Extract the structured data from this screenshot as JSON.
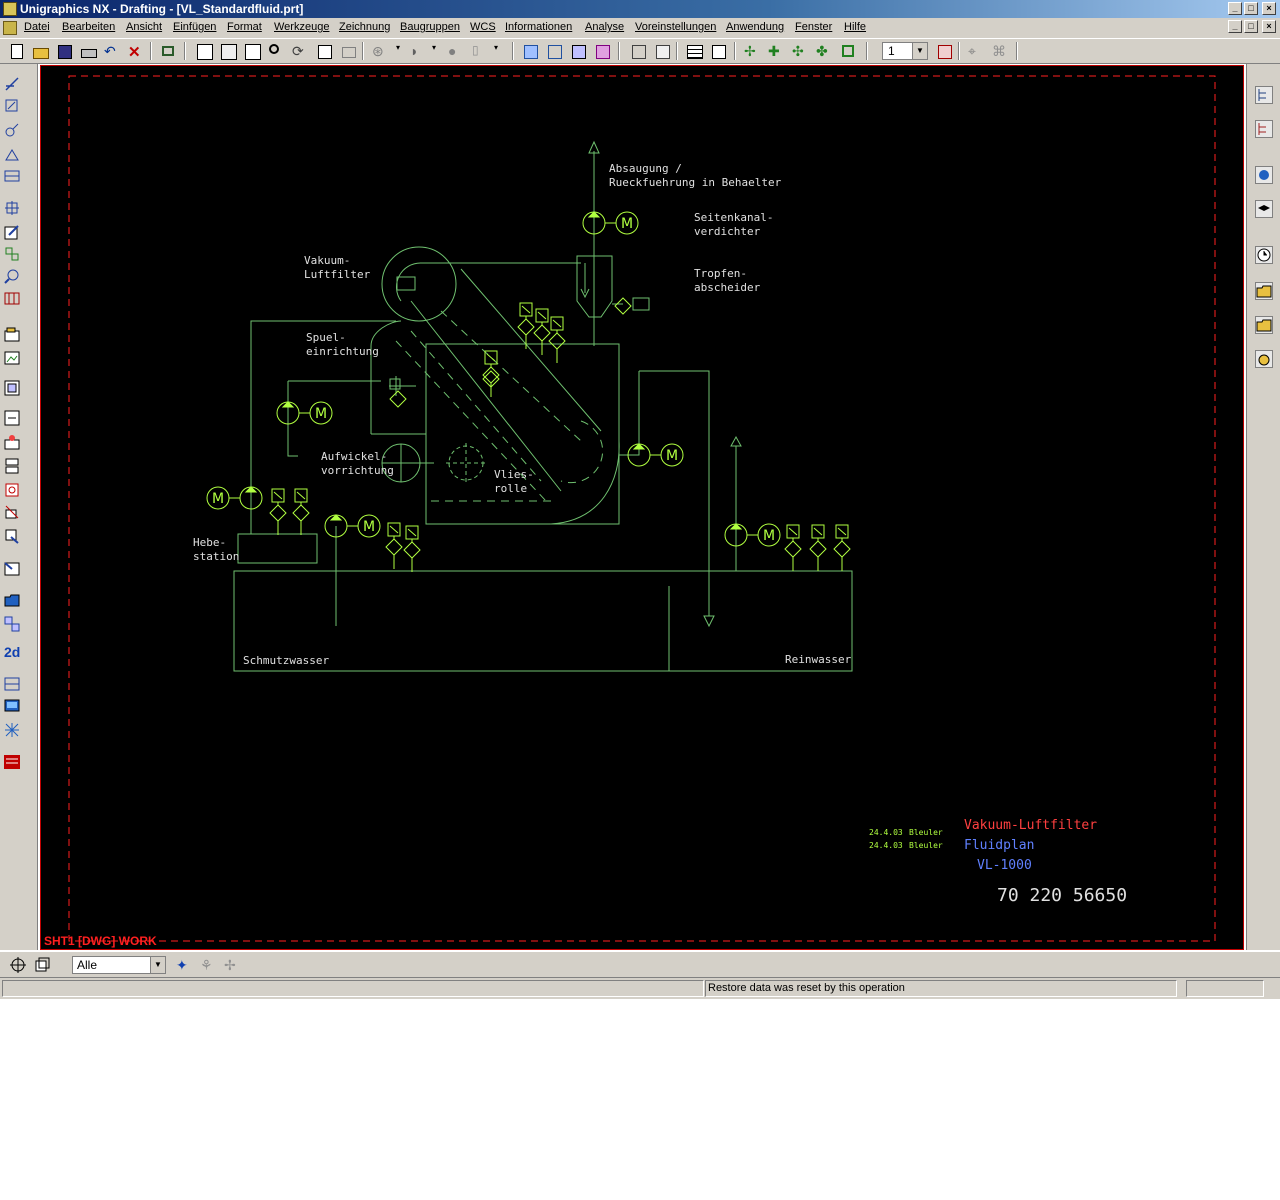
{
  "window": {
    "title": "Unigraphics NX - Drafting - [VL_Standardfluid.prt]"
  },
  "menu": {
    "items": [
      "Datei",
      "Bearbeiten",
      "Ansicht",
      "Einfügen",
      "Format",
      "Werkzeuge",
      "Zeichnung",
      "Baugruppen",
      "WCS",
      "Informationen",
      "Analyse",
      "Voreinstellungen",
      "Anwendung",
      "Fenster",
      "Hilfe"
    ]
  },
  "toolbar": {
    "layer_value": "1"
  },
  "drawing": {
    "sheet_label": "SHT1 [DWG] WORK",
    "labels": {
      "absaugung_1": "Absaugung /",
      "absaugung_2": "Rueckfuehrung in Behaelter",
      "seitenkanal_1": "Seitenkanal-",
      "seitenkanal_2": "verdichter",
      "tropfen_1": "Tropfen-",
      "tropfen_2": "abscheider",
      "vakuum_1": "Vakuum-",
      "vakuum_2": "Luftfilter",
      "spuel_1": "Spuel-",
      "spuel_2": "einrichtung",
      "aufwickel_1": "Aufwickel-",
      "aufwickel_2": "vorrichtung",
      "vlies_1": "Vlies-",
      "vlies_2": "rolle",
      "hebe_1": "Hebe-",
      "hebe_2": "station",
      "schmutzwasser": "Schmutzwasser",
      "reinwasser": "Reinwasser",
      "motor": "M"
    },
    "titleblock": {
      "date1": "24.4.03",
      "name1": "Bleuler",
      "date2": "24.4.03",
      "name2": "Bleuler",
      "title": "Vakuum-Luftfilter",
      "subtitle": "Fluidplan",
      "model": "VL-1000",
      "number": "70 220 56650"
    },
    "colors": {
      "line": "#6fc06f",
      "symbol": "#b0ff40",
      "text": "#e0e0e0",
      "border": "#ff2020",
      "title": "#ff4040",
      "subtitle": "#6080ff"
    }
  },
  "filter": {
    "value": "Alle"
  },
  "status": {
    "message": "Restore data was reset by this operation"
  }
}
